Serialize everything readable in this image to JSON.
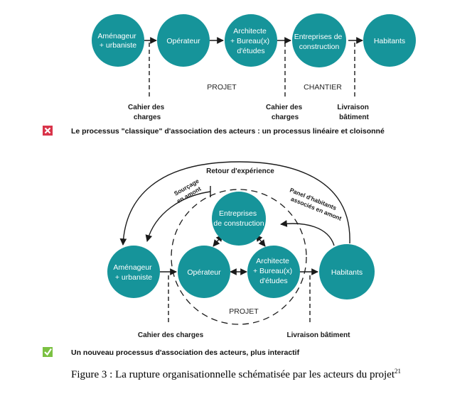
{
  "top_diagram": {
    "nodes": [
      {
        "id": "amenageur",
        "lines": [
          "Aménageur",
          "+ urbaniste"
        ]
      },
      {
        "id": "operateur",
        "lines": [
          "Opérateur"
        ]
      },
      {
        "id": "architecte",
        "lines": [
          "Architecte",
          "+ Bureau(x)",
          "d'études"
        ]
      },
      {
        "id": "entreprises",
        "lines": [
          "Entreprises de",
          "construction"
        ]
      },
      {
        "id": "habitants",
        "lines": [
          "Habitants"
        ]
      }
    ],
    "phase_projet": "PROJET",
    "phase_chantier": "CHANTIER",
    "milestone_cahier_1": [
      "Cahier des",
      "charges"
    ],
    "milestone_cahier_2": [
      "Cahier des",
      "charges"
    ],
    "milestone_livraison": [
      "Livraison",
      "bâtiment"
    ],
    "caption": "Le processus \"classique\" d'association des acteurs : un processus linéaire et cloisonné",
    "caption_icon": "red-cross-icon",
    "caption_icon_color": "#d9344a"
  },
  "bottom_diagram": {
    "nodes": [
      {
        "id": "entreprises",
        "lines": [
          "Entreprises",
          "de construction"
        ]
      },
      {
        "id": "amenageur",
        "lines": [
          "Aménageur",
          "+ urbaniste"
        ]
      },
      {
        "id": "operateur",
        "lines": [
          "Opérateur"
        ]
      },
      {
        "id": "architecte",
        "lines": [
          "Architecte",
          "+ Bureau(x)",
          "d'études"
        ]
      },
      {
        "id": "habitants",
        "lines": [
          "Habitants"
        ]
      }
    ],
    "retour_label": "Retour d'expérience",
    "sourcage_label": [
      "Sourçage",
      "en amont"
    ],
    "panel_label": [
      "Panel d'habitants",
      "associés en amont"
    ],
    "phase_projet": "PROJET",
    "milestone_cahier": "Cahier des charges",
    "milestone_livraison": "Livraison bâtiment",
    "caption": "Un nouveau processus d'association des acteurs, plus interactif",
    "caption_icon": "green-check-icon",
    "caption_icon_color": "#7bc142"
  },
  "figure_caption": {
    "text": "Figure 3 : La rupture organisationnelle schématisée par les acteurs du projet",
    "superscript": "21"
  },
  "colors": {
    "node_fill": "#16949a",
    "node_text": "#ffffff",
    "line": "#1a1a1a"
  }
}
